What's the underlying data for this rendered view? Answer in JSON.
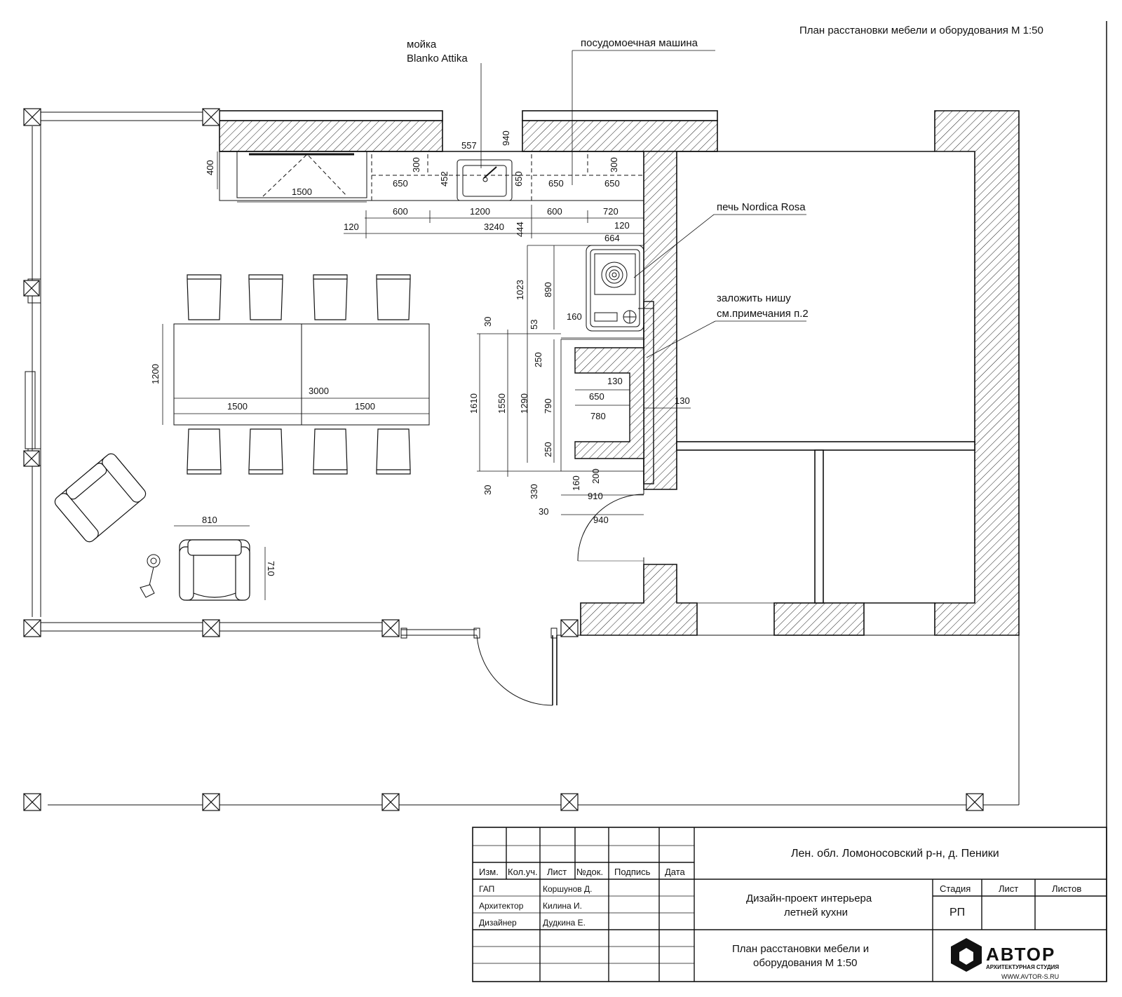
{
  "sheet_title": "План расстановки мебели и оборудования М 1:50",
  "labels": {
    "sink_1": "мойка",
    "sink_2": "Blanko Attika",
    "dishwasher": "посудомоечная машина",
    "stove": "печь Nordica Rosa",
    "niche_1": "заложить нишу",
    "niche_2": "см.примечания п.2"
  },
  "dims": {
    "d557": "557",
    "d940a": "940",
    "d400": "400",
    "d300a": "300",
    "d452": "452",
    "d650a": "650",
    "d300b": "300",
    "d1500a": "1500",
    "d650b": "650",
    "d650c": "650",
    "d650d": "650",
    "d600a": "600",
    "d1200a": "1200",
    "d600b": "600",
    "d720": "720",
    "d120a": "120",
    "d3240": "3240",
    "d120b": "120",
    "d444": "444",
    "d664": "664",
    "d1023": "1023",
    "d890": "890",
    "d30a": "30",
    "d53": "53",
    "d160a": "160",
    "d250a": "250",
    "d130a": "130",
    "d650e": "650",
    "d780": "780",
    "d130b": "130",
    "d1610": "1610",
    "d1550": "1550",
    "d1290": "1290",
    "d790": "790",
    "d250b": "250",
    "d30b": "30",
    "d330": "330",
    "d160b": "160",
    "d200": "200",
    "d910": "910",
    "d30c": "30",
    "d940b": "940",
    "d1200b": "1200",
    "d3000": "3000",
    "d1500b": "1500",
    "d1500c": "1500",
    "d810": "810",
    "d710": "710"
  },
  "title_block": {
    "headers": [
      "Изм.",
      "Кол.уч.",
      "Лист",
      "№док.",
      "Подпись",
      "Дата"
    ],
    "roles": [
      {
        "role": "ГАП",
        "name": "Коршунов Д."
      },
      {
        "role": "Архитектор",
        "name": "Килина И."
      },
      {
        "role": "Дизайнер",
        "name": "Дудкина Е."
      }
    ],
    "address": "Лен. обл. Ломоносовский р-н, д. Пеники",
    "project_1": "Дизайн-проект интерьера",
    "project_2": "летней кухни",
    "sheet_1": "План расстановки мебели и",
    "sheet_2": "оборудования М 1:50",
    "stage_label": "Стадия",
    "sheet_label": "Лист",
    "sheets_label": "Листов",
    "stage_value": "РП",
    "logo_text": "АВТОР",
    "logo_sub": "АРХИТЕКТУРНАЯ СТУДИЯ",
    "website": "WWW.AVTOR-S.RU"
  }
}
